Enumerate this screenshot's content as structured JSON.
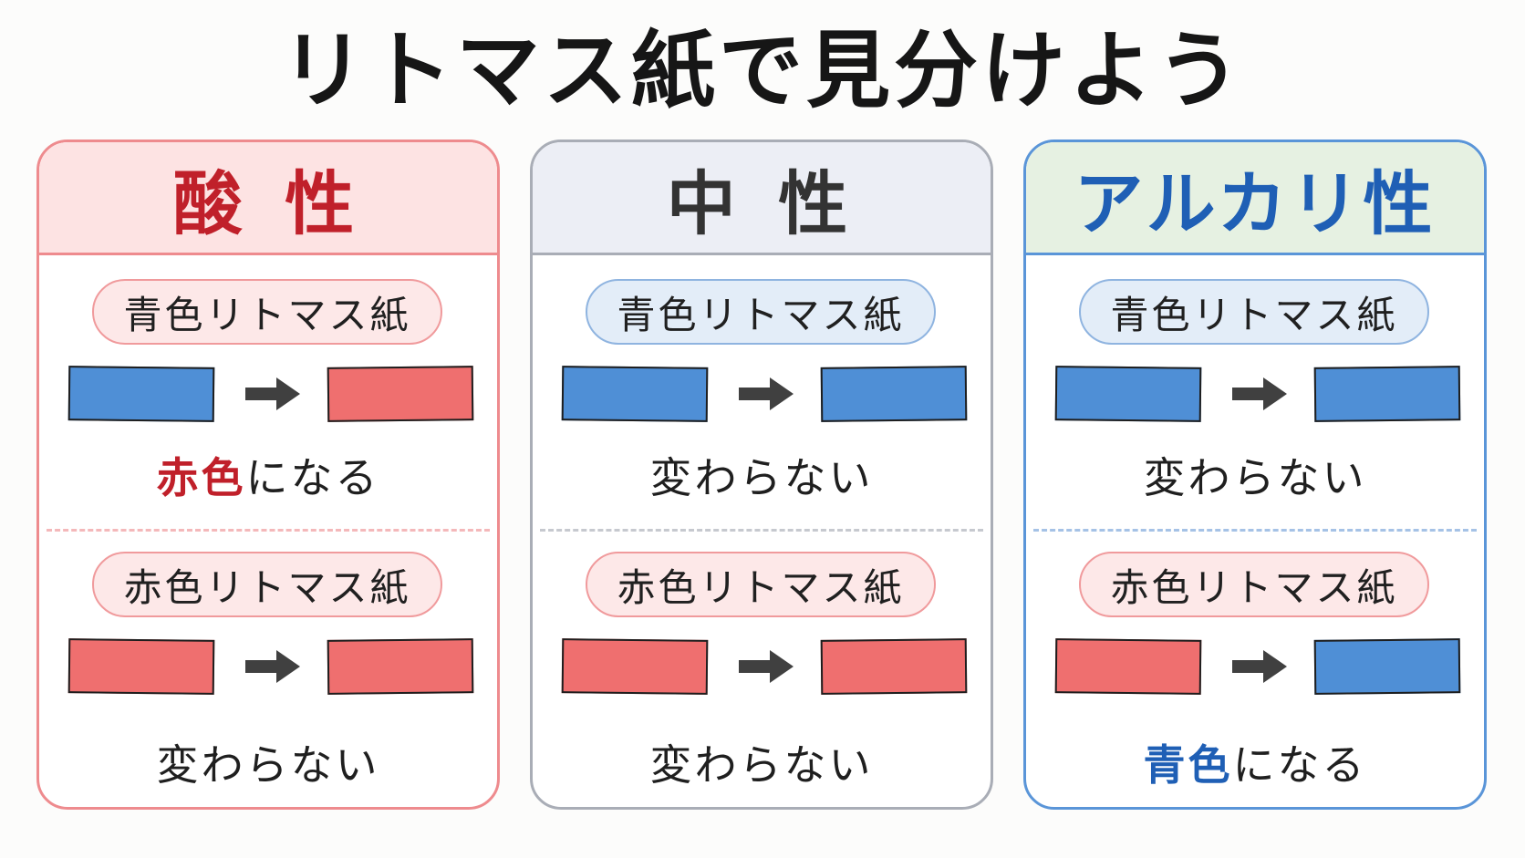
{
  "title": "リトマス紙で見分けよう",
  "colors": {
    "blue_paper": "#4f8fd6",
    "red_paper": "#ef6f6f",
    "acid_accent": "#c0202a",
    "alkali_accent": "#1f5fb5",
    "arrow": "#404040"
  },
  "panels": [
    {
      "key": "acid",
      "header": "酸 性",
      "sections": [
        {
          "paper": "青色リトマス紙",
          "before": "blue",
          "after": "red",
          "result_highlight": "赤色",
          "result_text": "になる"
        },
        {
          "paper": "赤色リトマス紙",
          "before": "red",
          "after": "red",
          "result_highlight": "",
          "result_text": "変わらない"
        }
      ]
    },
    {
      "key": "neutral",
      "header": "中 性",
      "sections": [
        {
          "paper": "青色リトマス紙",
          "before": "blue",
          "after": "blue",
          "result_highlight": "",
          "result_text": "変わらない"
        },
        {
          "paper": "赤色リトマス紙",
          "before": "red",
          "after": "red",
          "result_highlight": "",
          "result_text": "変わらない"
        }
      ]
    },
    {
      "key": "alkali",
      "header": "アルカリ性",
      "sections": [
        {
          "paper": "青色リトマス紙",
          "before": "blue",
          "after": "blue",
          "result_highlight": "",
          "result_text": "変わらない"
        },
        {
          "paper": "赤色リトマス紙",
          "before": "red",
          "after": "blue",
          "result_highlight": "青色",
          "result_text": "になる"
        }
      ]
    }
  ]
}
